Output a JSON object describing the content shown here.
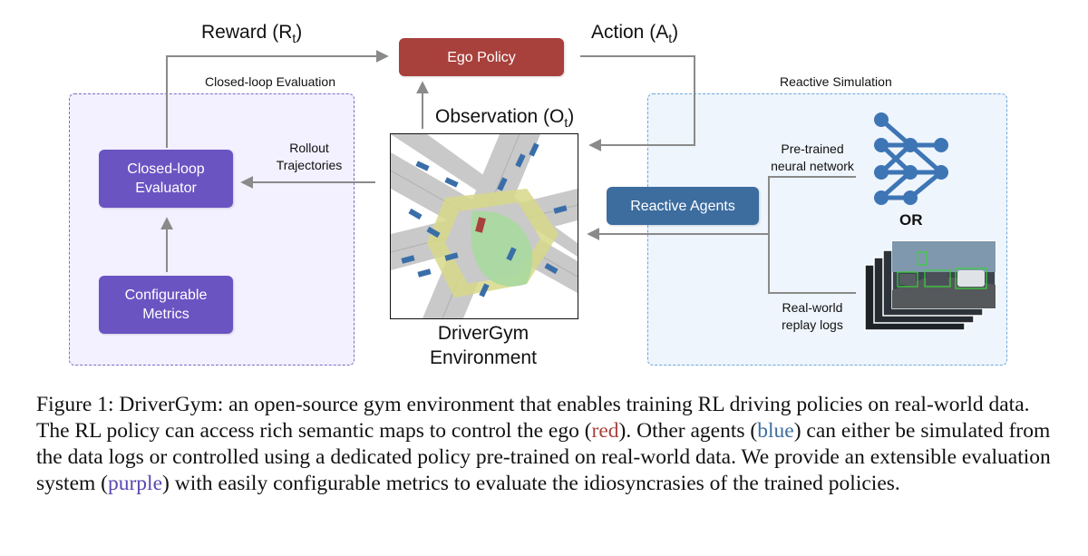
{
  "colors": {
    "ego": "#a8403c",
    "agents": "#3d6d9f",
    "purple": "#6a54c2",
    "purple_bg": "#f2efff",
    "blue_bg": "#eef5fd",
    "arrow": "#8a8a8a",
    "caption_red": "#a8403c",
    "caption_blue": "#3d6d9f",
    "caption_purple": "#5b48b0"
  },
  "diagram": {
    "ego_policy": "Ego Policy",
    "reward_label": "Reward (R",
    "reward_sub": "t",
    "reward_close": ")",
    "action_label": "Action (A",
    "action_sub": "t",
    "action_close": ")",
    "observation_label": "Observation (O",
    "observation_sub": "t",
    "observation_close": ")",
    "closed_loop_group": "Closed-loop Evaluation",
    "reactive_group": "Reactive Simulation",
    "evaluator_line1": "Closed-loop",
    "evaluator_line2": "Evaluator",
    "metrics_line1": "Configurable",
    "metrics_line2": "Metrics",
    "rollout_line1": "Rollout",
    "rollout_line2": "Trajectories",
    "env_line1": "DriverGym",
    "env_line2": "Environment",
    "reactive_agents": "Reactive Agents",
    "pretrained_line1": "Pre-trained",
    "pretrained_line2": "neural network",
    "or_label": "OR",
    "replay_line1": "Real-world",
    "replay_line2": "replay logs"
  },
  "caption": {
    "part1": "Figure 1: DriverGym: an open-source gym environment that enables training RL driving policies on real-world data. The RL policy can access rich semantic maps to control the ego (",
    "red": "red",
    "part2": "). Other agents (",
    "blue": "blue",
    "part3": ") can either be simulated from the data logs or controlled using a dedicated policy pre-trained on real-world data.  We provide an extensible evaluation system (",
    "purple": "purple",
    "part4": ") with easily configurable metrics to evaluate the idiosyncrasies of the trained policies."
  }
}
